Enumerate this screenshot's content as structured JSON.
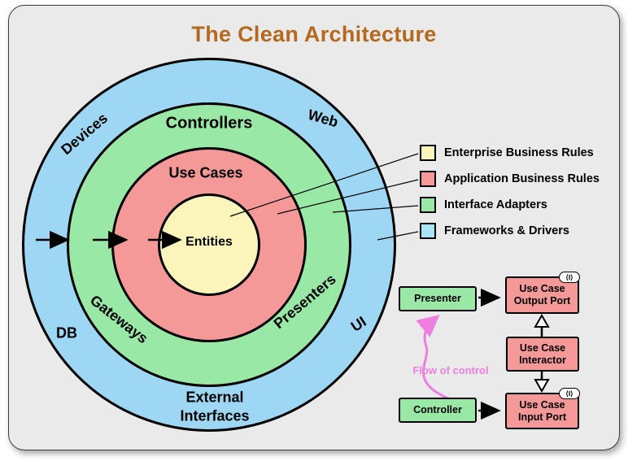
{
  "title": "The Clean Architecture",
  "colors": {
    "card_bg": "#EAEAEA",
    "title_brown": "#B4691E",
    "frameworks_blue": "#9ED7F3",
    "adapters_green": "#99E8A6",
    "business_red": "#F49898",
    "entities_yellow": "#FBF4BB",
    "legend_blue": "#A9E4F8",
    "flow_pink": "#EE7FE0"
  },
  "rings": {
    "entities": "Entities",
    "use_cases": "Use Cases",
    "controllers": "Controllers",
    "gateways": "Gateways",
    "presenters": "Presenters",
    "devices": "Devices",
    "web": "Web",
    "db": "DB",
    "ui": "UI",
    "external_line1": "External",
    "external_line2": "Interfaces"
  },
  "legend": {
    "items": [
      {
        "label": "Enterprise Business Rules",
        "color": "#FBF4BB"
      },
      {
        "label": "Application Business Rules",
        "color": "#F49898"
      },
      {
        "label": "Interface Adapters",
        "color": "#99E8A6"
      },
      {
        "label": "Frameworks & Drivers",
        "color": "#A9E4F8"
      }
    ]
  },
  "flow": {
    "presenter": "Presenter",
    "controller": "Controller",
    "output_port": [
      "Use Case",
      "Output Port"
    ],
    "interactor": [
      "Use Case",
      "Interactor"
    ],
    "input_port": [
      "Use Case",
      "Input Port"
    ],
    "interface_marker": "⟨I⟩",
    "flow_of_control": "Flow of control"
  }
}
